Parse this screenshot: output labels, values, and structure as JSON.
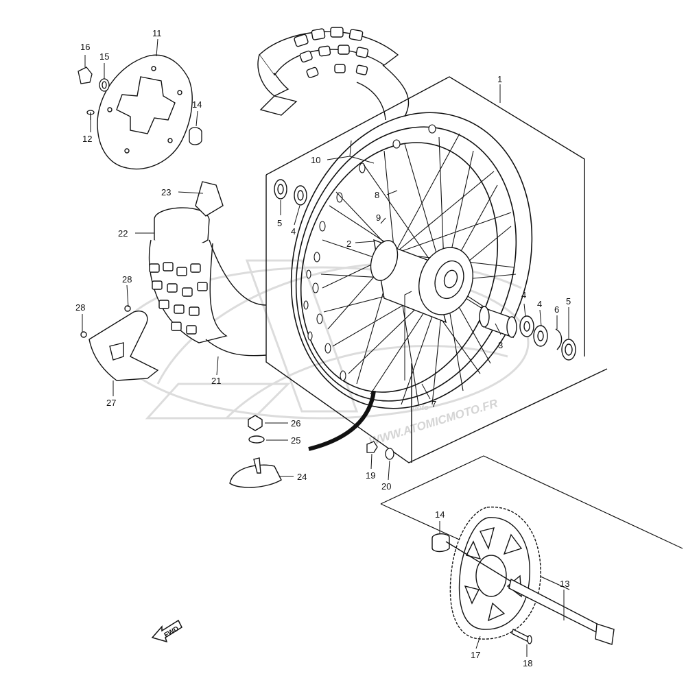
{
  "diagram": {
    "callouts": [
      {
        "id": "1",
        "text": "1"
      },
      {
        "id": "2",
        "text": "2"
      },
      {
        "id": "3",
        "text": "3"
      },
      {
        "id": "4a",
        "text": "4"
      },
      {
        "id": "4b",
        "text": "4"
      },
      {
        "id": "4c",
        "text": "4"
      },
      {
        "id": "5a",
        "text": "5"
      },
      {
        "id": "5b",
        "text": "5"
      },
      {
        "id": "6",
        "text": "6"
      },
      {
        "id": "7",
        "text": "7"
      },
      {
        "id": "8",
        "text": "8"
      },
      {
        "id": "9",
        "text": "9"
      },
      {
        "id": "10",
        "text": "10"
      },
      {
        "id": "11",
        "text": "11"
      },
      {
        "id": "12",
        "text": "12"
      },
      {
        "id": "13",
        "text": "13"
      },
      {
        "id": "14a",
        "text": "14"
      },
      {
        "id": "14b",
        "text": "14"
      },
      {
        "id": "15",
        "text": "15"
      },
      {
        "id": "16",
        "text": "16"
      },
      {
        "id": "17",
        "text": "17"
      },
      {
        "id": "18",
        "text": "18"
      },
      {
        "id": "19",
        "text": "19"
      },
      {
        "id": "20",
        "text": "20"
      },
      {
        "id": "21",
        "text": "21"
      },
      {
        "id": "22",
        "text": "22"
      },
      {
        "id": "23",
        "text": "23"
      },
      {
        "id": "24",
        "text": "24"
      },
      {
        "id": "25",
        "text": "25"
      },
      {
        "id": "26",
        "text": "26"
      },
      {
        "id": "27",
        "text": "27"
      },
      {
        "id": "28a",
        "text": "28"
      },
      {
        "id": "28b",
        "text": "28"
      }
    ],
    "fwd_label": "FWD",
    "watermark": "WWW.ATOMICMOTO.FR",
    "watermark_small": "moto"
  },
  "colors": {
    "line": "#111111",
    "watermark": "#d4d4d4",
    "background": "#ffffff"
  }
}
